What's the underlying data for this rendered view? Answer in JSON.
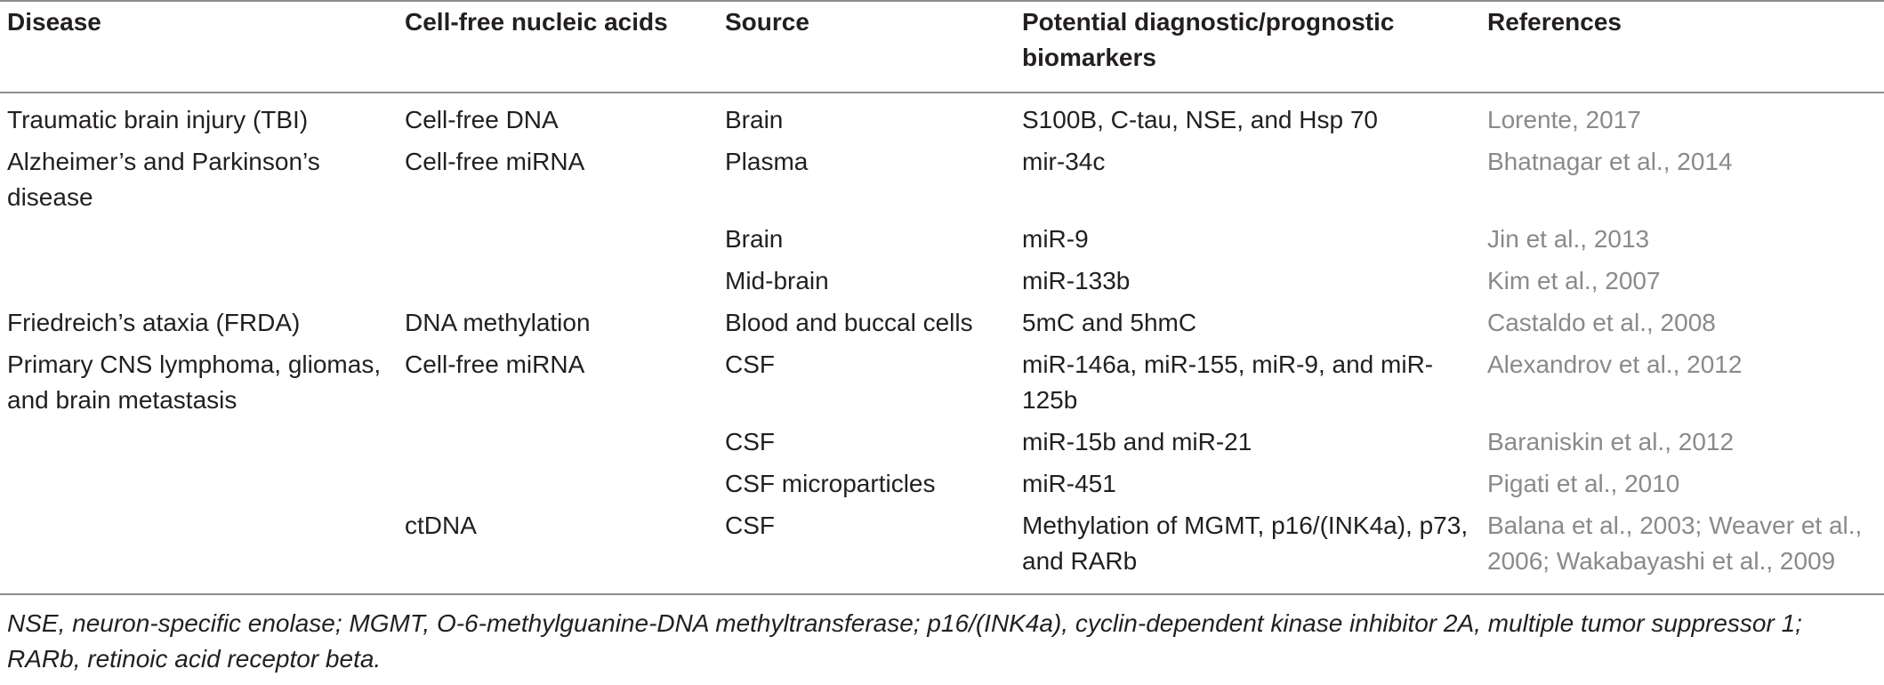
{
  "table": {
    "headers": [
      "Disease",
      "Cell-free nucleic acids",
      "Source",
      "Potential diagnostic/prognostic biomarkers",
      "References"
    ],
    "rows": [
      [
        "Traumatic brain injury (TBI)",
        "Cell-free DNA",
        "Brain",
        "S100B, C-tau, NSE, and Hsp 70",
        "Lorente, 2017"
      ],
      [
        "Alzheimer’s and Parkinson’s disease",
        "Cell-free miRNA",
        "Plasma",
        "mir-34c",
        "Bhatnagar et al., 2014"
      ],
      [
        "",
        "",
        "Brain",
        "miR-9",
        "Jin et al., 2013"
      ],
      [
        "",
        "",
        "Mid-brain",
        "miR-133b",
        "Kim et al., 2007"
      ],
      [
        "Friedreich’s ataxia (FRDA)",
        "DNA methylation",
        "Blood and buccal cells",
        "5mC and 5hmC",
        "Castaldo et al., 2008"
      ],
      [
        "Primary CNS lymphoma, gliomas, and brain metastasis",
        "Cell-free miRNA",
        "CSF",
        "miR-146a, miR-155, miR-9, and miR-125b",
        "Alexandrov et al., 2012"
      ],
      [
        "",
        "",
        "CSF",
        "miR-15b and miR-21",
        "Baraniskin et al., 2012"
      ],
      [
        "",
        "",
        "CSF microparticles",
        "miR-451",
        "Pigati et al., 2010"
      ],
      [
        "",
        "ctDNA",
        "CSF",
        "Methylation of MGMT, p16/(INK4a), p73, and RARb",
        "Balana et al., 2003; Weaver et al., 2006; Wakabayashi et al., 2009"
      ]
    ],
    "footnote": "NSE, neuron-specific enolase; MGMT, O-6-methylguanine-DNA methyltransferase; p16/(INK4a), cyclin-dependent kinase inhibitor 2A, multiple tumor suppressor 1; RARb, retinoic acid receptor beta."
  }
}
